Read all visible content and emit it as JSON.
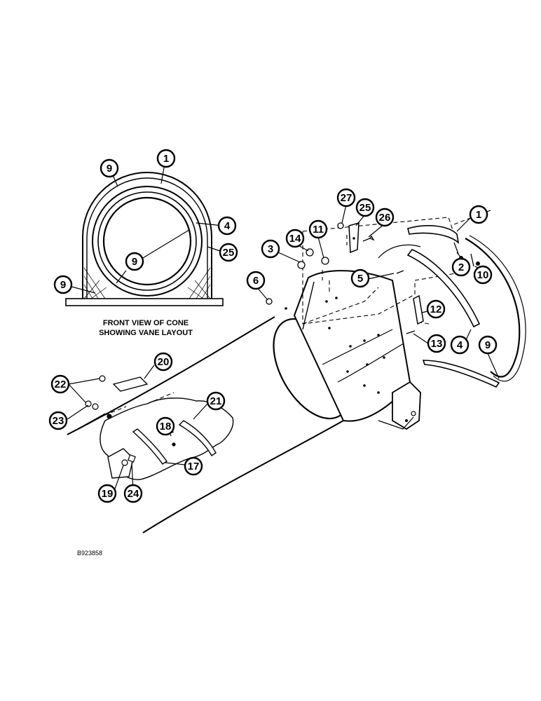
{
  "inset_caption_line1": "FRONT VIEW OF CONE",
  "inset_caption_line2": "SHOWING VANE LAYOUT",
  "drawing_code": "B923858",
  "callouts": {
    "c1a": "1",
    "c9a": "9",
    "c4a": "4",
    "c25a": "25",
    "c9b": "9",
    "c9c": "9",
    "c27": "27",
    "c25b": "25",
    "c26": "26",
    "c1b": "1",
    "c14": "14",
    "c11": "11",
    "c3": "3",
    "c6": "6",
    "c5": "5",
    "c2": "2",
    "c10": "10",
    "c12": "12",
    "c13": "13",
    "c4b": "4",
    "c9d": "9",
    "c20": "20",
    "c22": "22",
    "c23": "23",
    "c21": "21",
    "c18": "18",
    "c17": "17",
    "c19": "19",
    "c24": "24"
  }
}
